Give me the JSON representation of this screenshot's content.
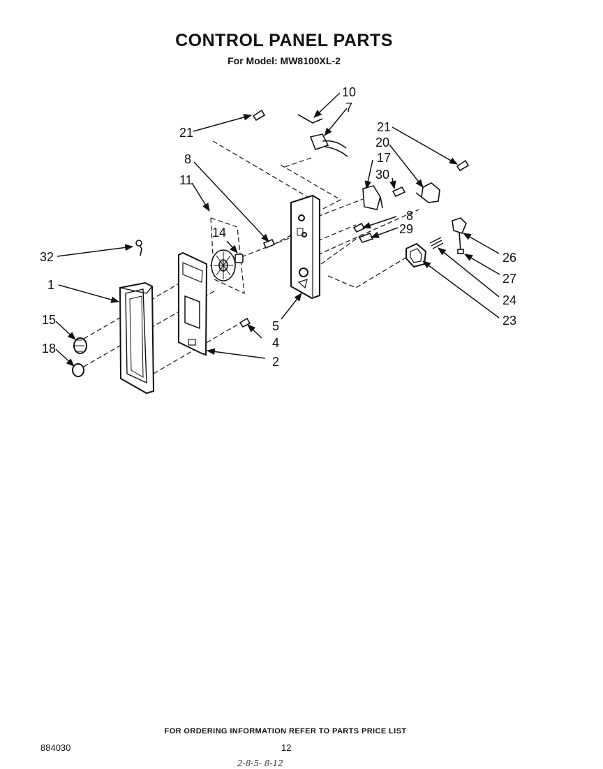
{
  "title": "CONTROL PANEL PARTS",
  "subtitle": "For Model: MW8100XL-2",
  "callouts": {
    "c1": "1",
    "c2": "2",
    "c4": "4",
    "c5": "5",
    "c7": "7",
    "c8a": "8",
    "c8b": "8",
    "c10": "10",
    "c11": "11",
    "c14": "14",
    "c15": "15",
    "c17": "17",
    "c18": "18",
    "c20": "20",
    "c21a": "21",
    "c21b": "21",
    "c23": "23",
    "c24": "24",
    "c26": "26",
    "c27": "27",
    "c29": "29",
    "c30": "30",
    "c32": "32"
  },
  "footer": {
    "ordering_note": "FOR ORDERING INFORMATION REFER TO PARTS PRICE LIST",
    "doc_number": "884030",
    "page_number": "12",
    "handwritten_note": "2-8-5- 8-12"
  }
}
